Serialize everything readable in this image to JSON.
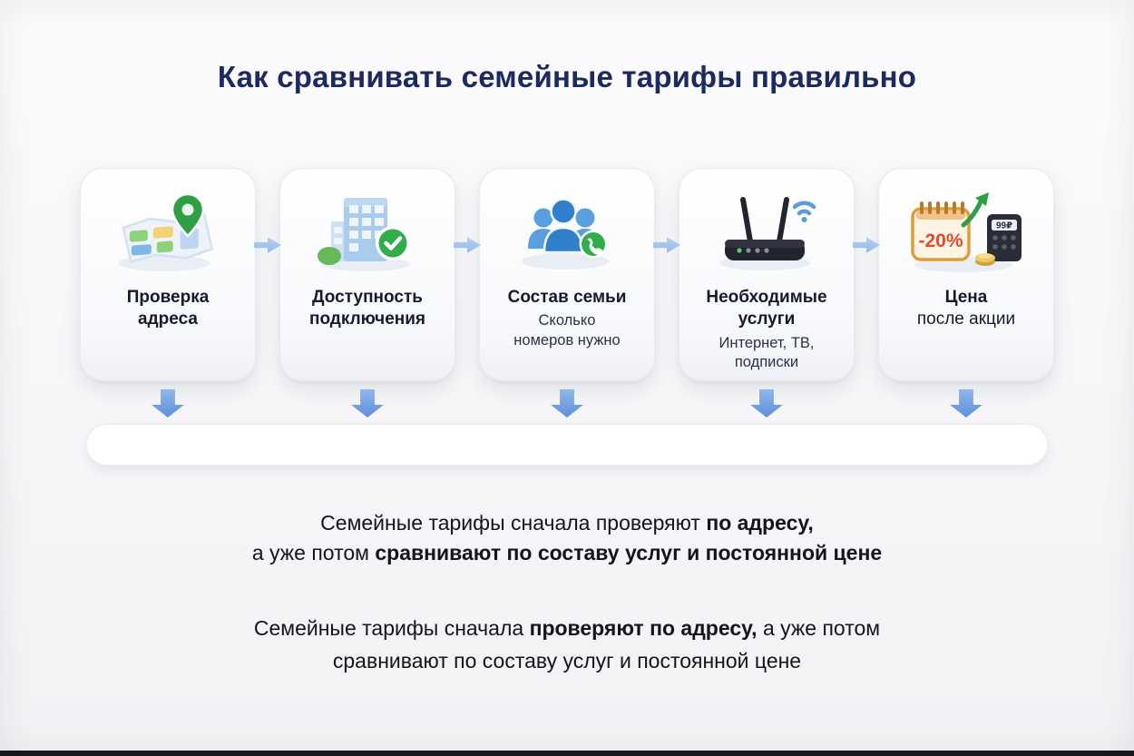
{
  "title": {
    "part1": "Как сравнивать ",
    "part2": "семейные тарифы правильно"
  },
  "steps": [
    {
      "icon": "map-pin-icon",
      "title": "Проверка\nадреса"
    },
    {
      "icon": "building-check-icon",
      "title": "Доступность\nподключения"
    },
    {
      "icon": "family-phone-icon",
      "title": "Состав семьи",
      "subtitle": "Сколько\nномеров нужно"
    },
    {
      "icon": "router-wifi-icon",
      "title": "Необходимые\nуслуги",
      "subtitle": "Интернет, ТВ,\nподписки"
    },
    {
      "icon": "discount-calculator-icon",
      "title": "Цена",
      "title2": "после акции",
      "badge": "-20%",
      "price": "99₽"
    }
  ],
  "summary_primary": {
    "seg1": "Семейные тарифы сначала проверяют ",
    "seg2": "по адресу,",
    "seg3": "а уже потом ",
    "seg4": "сравнивают по составу услуг и постоянной цене"
  },
  "summary_secondary": {
    "seg1": "Семейные тарифы сначала ",
    "seg2": "проверяют по адресу,",
    "seg3": " а уже потом",
    "seg4": "сравнивают по составу услуг и постоянной цене"
  }
}
